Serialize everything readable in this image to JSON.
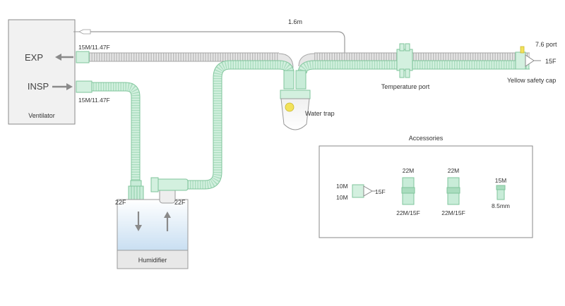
{
  "ventilator": {
    "label": "Ventilator",
    "exp": "EXP",
    "insp": "INSP",
    "exp_connector": "15M/11.47F",
    "insp_connector": "15M/11.47F"
  },
  "sample_line": {
    "length": "1.6m"
  },
  "ports": {
    "port_label": "7.6 port",
    "port_size": "15F",
    "safety_cap": "Yellow safety cap",
    "temperature_port": "Temperature port",
    "water_trap": "Water trap"
  },
  "humidifier": {
    "label": "Humidifier",
    "left_connector": "22F",
    "right_connector": "22F"
  },
  "accessories": {
    "title": "Accessories",
    "items": [
      {
        "top": "10M",
        "bottom": "10M",
        "side": "15F"
      },
      {
        "top": "22M",
        "bottom": "22M/15F"
      },
      {
        "top": "22M",
        "bottom": "22M/15F"
      },
      {
        "top": "15M",
        "bottom": "8.5mm"
      }
    ]
  },
  "colors": {
    "green_tube": "#c8ecd8",
    "green_edge": "#7fc59b",
    "grey_tube": "#e6e6e6",
    "grey_edge": "#a5a5a5",
    "yellow_cap": "#f2e25a"
  }
}
